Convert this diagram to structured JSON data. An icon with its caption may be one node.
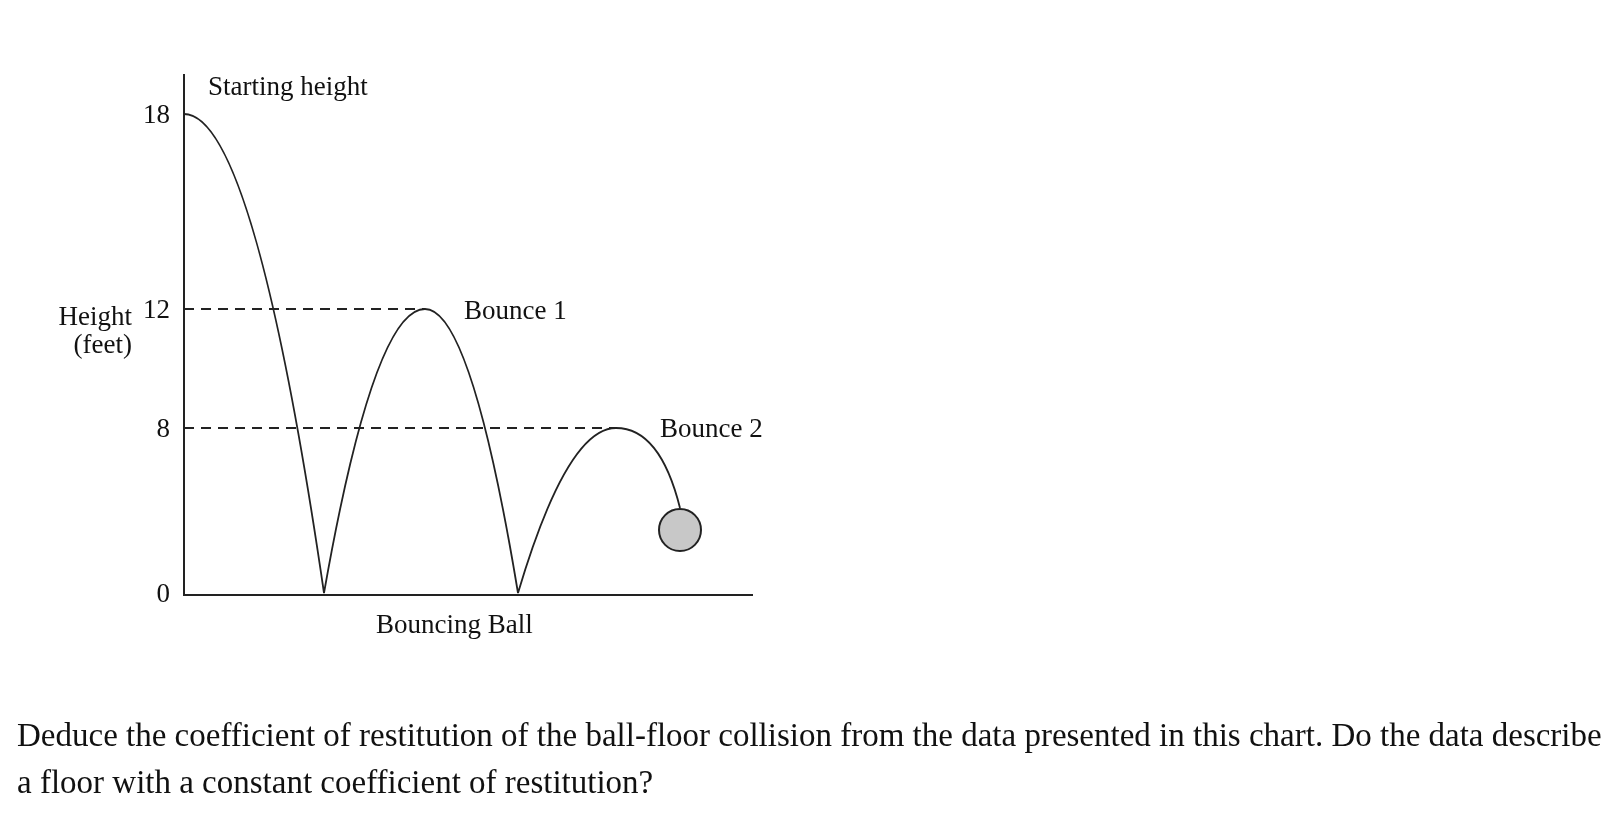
{
  "diagram": {
    "caption": "Deduce the coefficient of restitution of the ball-floor collision from the data presented in this chart. Do the data describe a floor with a constant coefficient of restitution?",
    "labels": [
      "Starting height",
      "18",
      "Height (feet)",
      "12",
      "Bounce 1",
      "8",
      "Bounce 2",
      "0",
      "Bouncing Ball"
    ]
  }
}
